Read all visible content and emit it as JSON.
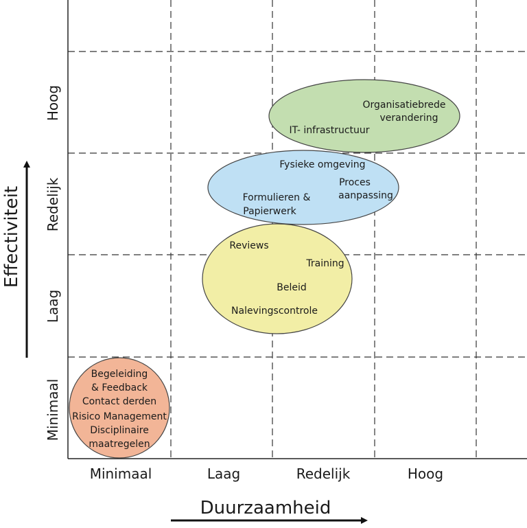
{
  "x_axis": {
    "title": "Duurzaamheid",
    "levels": [
      "Minimaal",
      "Laag",
      "Redelijk",
      "Hoog"
    ]
  },
  "y_axis": {
    "title": "Effectiviteit",
    "levels": [
      "Minimaal",
      "Laag",
      "Redelijk",
      "Hoog"
    ]
  },
  "groups": [
    {
      "color": "#f2b597",
      "items": [
        "Begeleiding",
        "& Feedback",
        "Contact derden",
        "Risico Management",
        "Disciplinaire",
        "maatregelen"
      ]
    },
    {
      "color": "#f2eea6",
      "items": [
        "Reviews",
        "Training",
        "Beleid",
        "Nalevingscontrole"
      ]
    },
    {
      "color": "#bfe0f4",
      "items": [
        "Fysieke omgeving",
        "Proces",
        "aanpassing",
        "Formulieren &",
        "Papierwerk"
      ]
    },
    {
      "color": "#c3deb0",
      "items": [
        "Organisatiebrede",
        "verandering",
        "IT- infrastructuur"
      ]
    }
  ]
}
